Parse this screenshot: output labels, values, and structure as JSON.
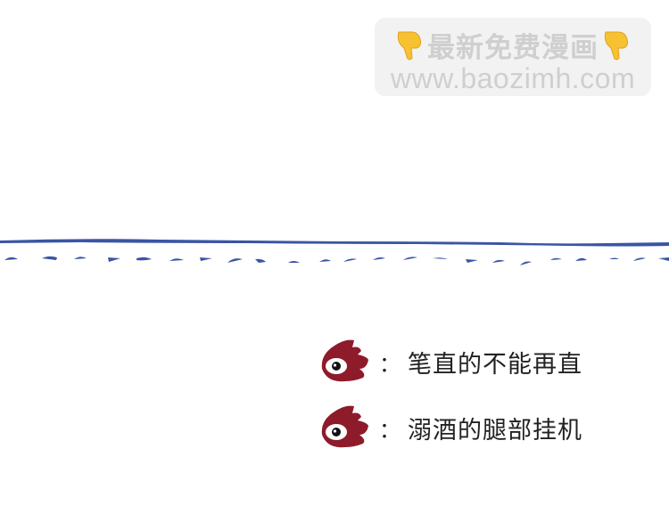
{
  "watermark": {
    "title": "最新免费漫画",
    "url": "www.baozimh.com",
    "icon_left": "pointing-down-hand-icon",
    "icon_right": "pointing-down-hand-icon",
    "background": "#f2f2f2",
    "text_color": "#cfcfcf"
  },
  "divider": {
    "color": "#3a55a4",
    "style": "solid line over dashed line"
  },
  "credits": [
    {
      "icon": "weibo-icon",
      "colon": "：",
      "text": "笔直的不能再直"
    },
    {
      "icon": "weibo-icon",
      "colon": "：",
      "text": "溺酒的腿部挂机"
    }
  ],
  "colors": {
    "weibo_red": "#8e1b2a",
    "text": "#222222"
  }
}
